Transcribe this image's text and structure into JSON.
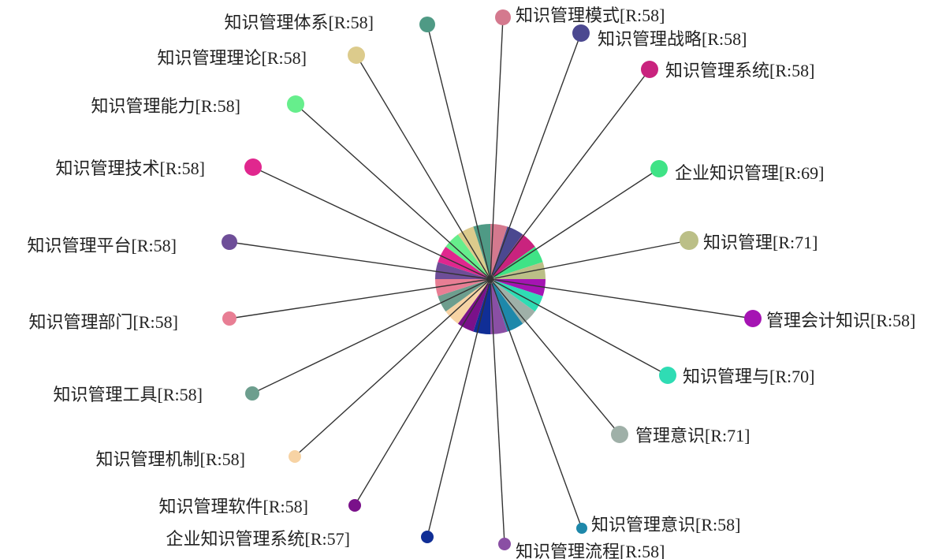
{
  "nodes": [
    {
      "label": "知识管理模式[R:58]",
      "color": "#d4798e"
    },
    {
      "label": "知识管理战略[R:58]",
      "color": "#4b4890"
    },
    {
      "label": "知识管理系统[R:58]",
      "color": "#c9237e"
    },
    {
      "label": "企业知识管理[R:69]",
      "color": "#3fe386"
    },
    {
      "label": "知识管理[R:71]",
      "color": "#bbbf87"
    },
    {
      "label": "管理会计知识[R:58]",
      "color": "#a514b3"
    },
    {
      "label": "知识管理与[R:70]",
      "color": "#2fdcb4"
    },
    {
      "label": "管理意识[R:71]",
      "color": "#9fb0a8"
    },
    {
      "label": "知识管理意识[R:58]",
      "color": "#1e88aa"
    },
    {
      "label": "知识管理流程[R:58]",
      "color": "#8a4fa4"
    },
    {
      "label": "企业知识管理系统[R:57]",
      "color": "#102e96"
    },
    {
      "label": "知识管理软件[R:58]",
      "color": "#7a118a"
    },
    {
      "label": "知识管理机制[R:58]",
      "color": "#f7d3a4"
    },
    {
      "label": "知识管理工具[R:58]",
      "color": "#6d9e8e"
    },
    {
      "label": "知识管理部门[R:58]",
      "color": "#e87e94"
    },
    {
      "label": "知识管理平台[R:58]",
      "color": "#6e4e98"
    },
    {
      "label": "知识管理技术[R:58]",
      "color": "#e0278e"
    },
    {
      "label": "知识管理能力[R:58]",
      "color": "#66ee8c"
    },
    {
      "label": "知识管理理论[R:58]",
      "color": "#dccb8c"
    },
    {
      "label": "知识管理体系[R:58]",
      "color": "#4f9a85"
    }
  ]
}
